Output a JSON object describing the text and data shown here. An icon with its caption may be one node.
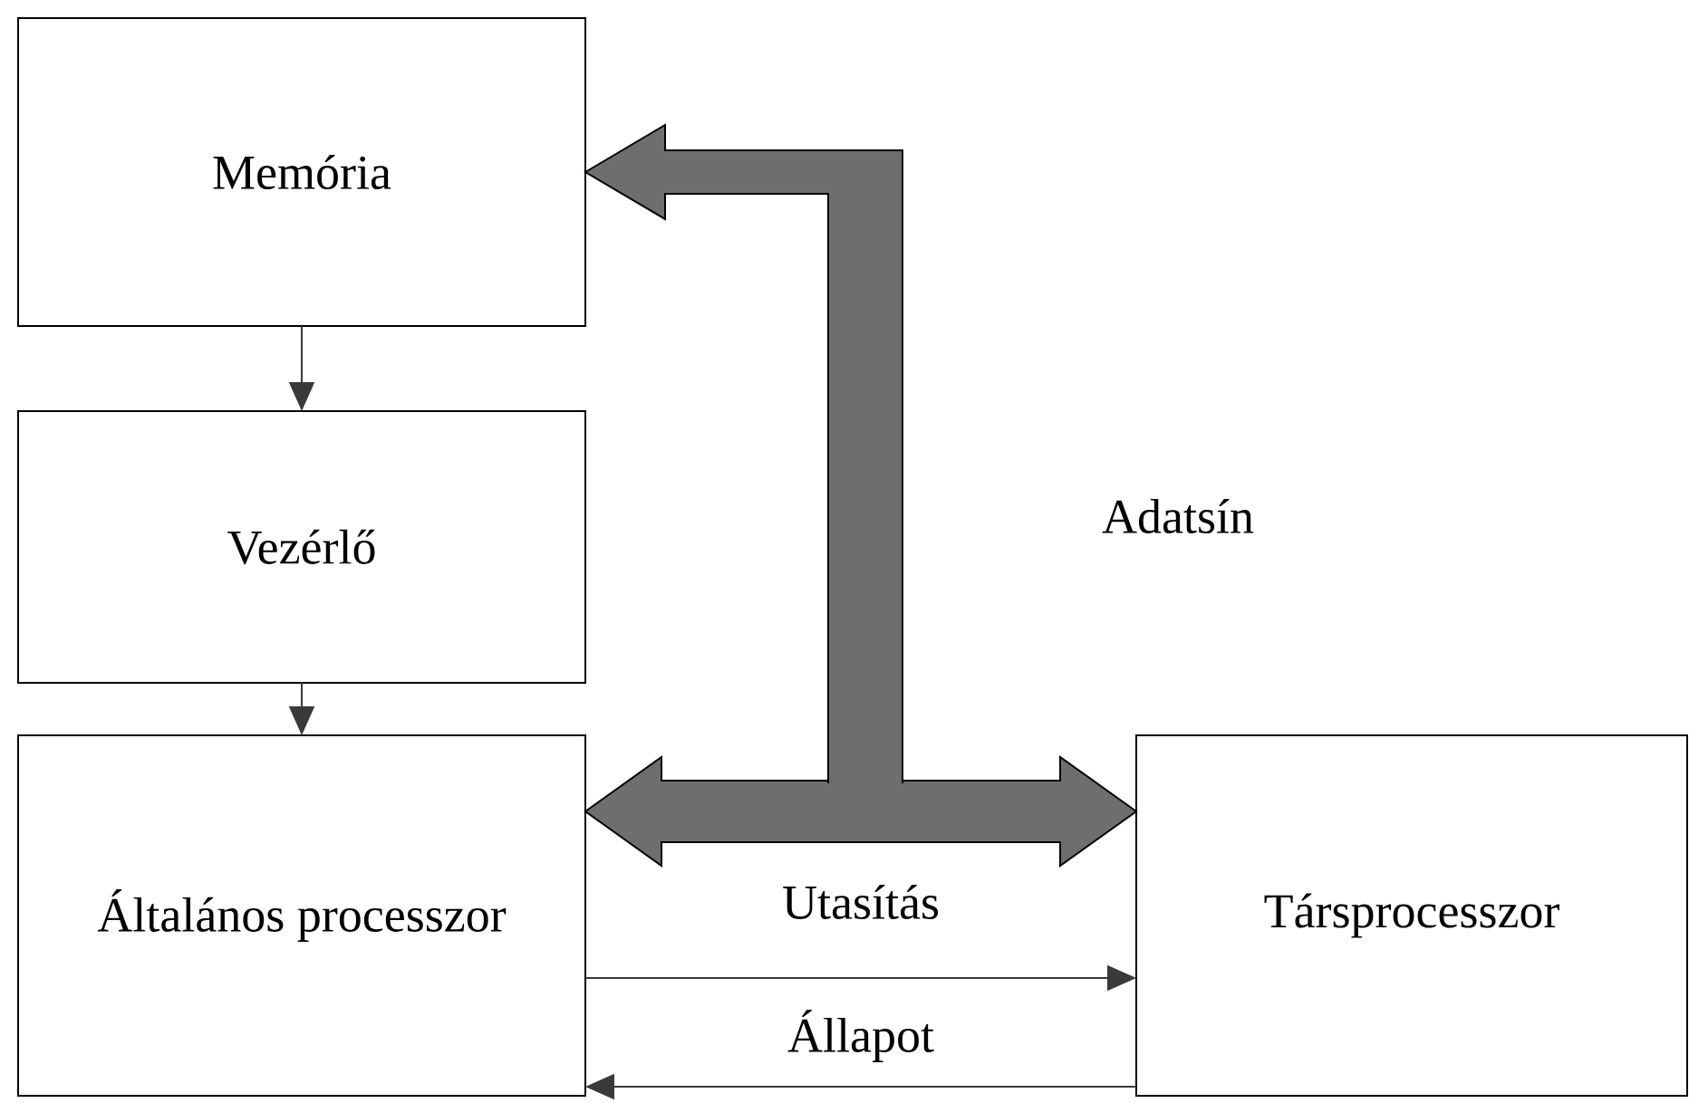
{
  "diagram": {
    "nodes": [
      {
        "text": [
          "Memória"
        ]
      },
      {
        "text": [
          "Vezérlő"
        ]
      },
      {
        "text": [
          "Általános processzor"
        ]
      },
      {
        "text": [
          "Társprocesszor"
        ]
      }
    ],
    "edges": [
      {
        "from": 0,
        "to": 1,
        "arrow": "to"
      },
      {
        "from": 1,
        "to": 2,
        "arrow": "to"
      },
      {
        "from": 2,
        "to": 3,
        "arrow": "both",
        "style": "thick",
        "color": "#6e6e6e"
      },
      {
        "from": null,
        "to": 0,
        "arrow": "to",
        "style": "thick",
        "color": "#6e6e6e"
      },
      {
        "from": 2,
        "to": 3,
        "arrow": "to",
        "label": "Utasítás"
      },
      {
        "from": 3,
        "to": 2,
        "arrow": "to",
        "label": "Állapot"
      }
    ],
    "labels": [
      "Adatsín"
    ]
  }
}
